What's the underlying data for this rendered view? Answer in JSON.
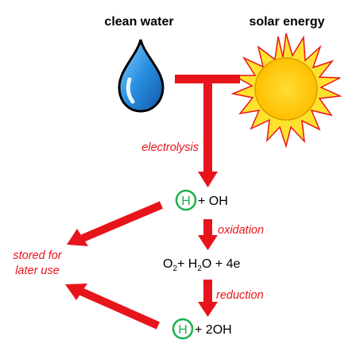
{
  "labels": {
    "clean_water": "clean water",
    "solar_energy": "solar energy",
    "electrolysis": "electrolysis",
    "oxidation": "oxidation",
    "reduction": "reduction",
    "stored_line1": "stored for",
    "stored_line2": "later use"
  },
  "equations": {
    "h_symbol": "H",
    "row1_rest": "+ OH",
    "row2": {
      "o": "O",
      "o_sub": "2",
      "plus1": "+ H",
      "h_sub": "2",
      "tail": "O + 4e"
    },
    "row3_rest": "+ 2OH"
  },
  "colors": {
    "arrow": "#e8141b",
    "h_circle": "#18b34a",
    "water_drop": "#2a8fe0",
    "sun_fill": "#ffd21e",
    "sun_rays": "#ffe22d"
  },
  "icons": [
    "water-drop-icon",
    "sun-icon"
  ]
}
